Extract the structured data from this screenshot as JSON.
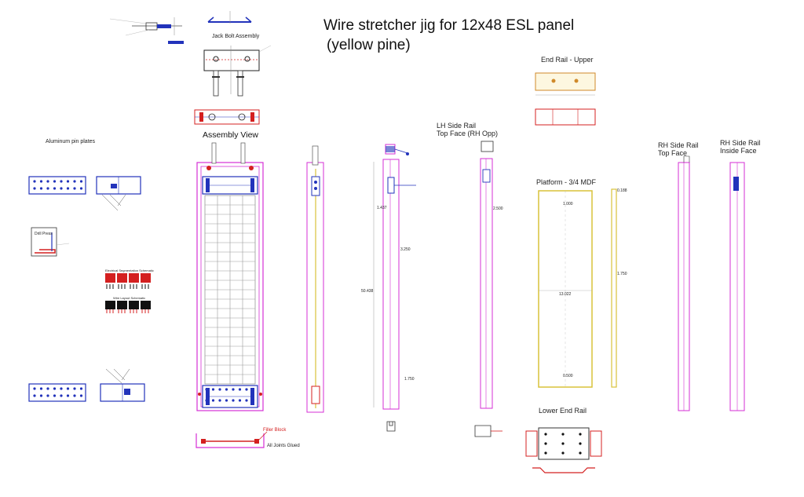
{
  "title": {
    "line1": "Wire stretcher jig for 12x48 ESL panel",
    "line2": "(yellow pine)"
  },
  "views": {
    "jack_bolt": "Jack Bolt Assembly",
    "assembly": "Assembly View",
    "end_rail_upper": "End Rail - Upper",
    "lh_side_rail_1": "LH Side Rail",
    "lh_side_rail_2": "Top  Face  (RH Opp)",
    "platform": "Platform - 3/4 MDF",
    "rh_top_1": "RH Side Rail",
    "rh_top_2": "Top  Face",
    "rh_inside_1": "RH Side Rail",
    "rh_inside_2": "Inside Face",
    "lower_end_rail": "Lower End Rail",
    "aluminum_plates": "Aluminum pin plates",
    "drill_press": "Drill Press",
    "electrical_segmentation": "Electrical Segmentation Schematic",
    "wire_layout": "Wire Layout Schematic"
  },
  "callouts": {
    "filler_block": "Filler Block",
    "all_joints": "All Joints Glued"
  },
  "dimensions": {
    "platform_top": "1.000",
    "platform_width": "13.022",
    "platform_bottom": "0.500",
    "platform_side": "1.750",
    "platform_thk": "0.188",
    "lh_a": "1.437",
    "lh_b": "3.250",
    "lh_len": "50.438",
    "lh_c": "1.750",
    "lh_d": "2.500"
  },
  "colors": {
    "magenta": "#d62fd6",
    "red": "#d42020",
    "blue": "#2233bb",
    "yellow": "#d8c23a",
    "grid": "#9a9a9a",
    "orange": "#d08a2a"
  }
}
